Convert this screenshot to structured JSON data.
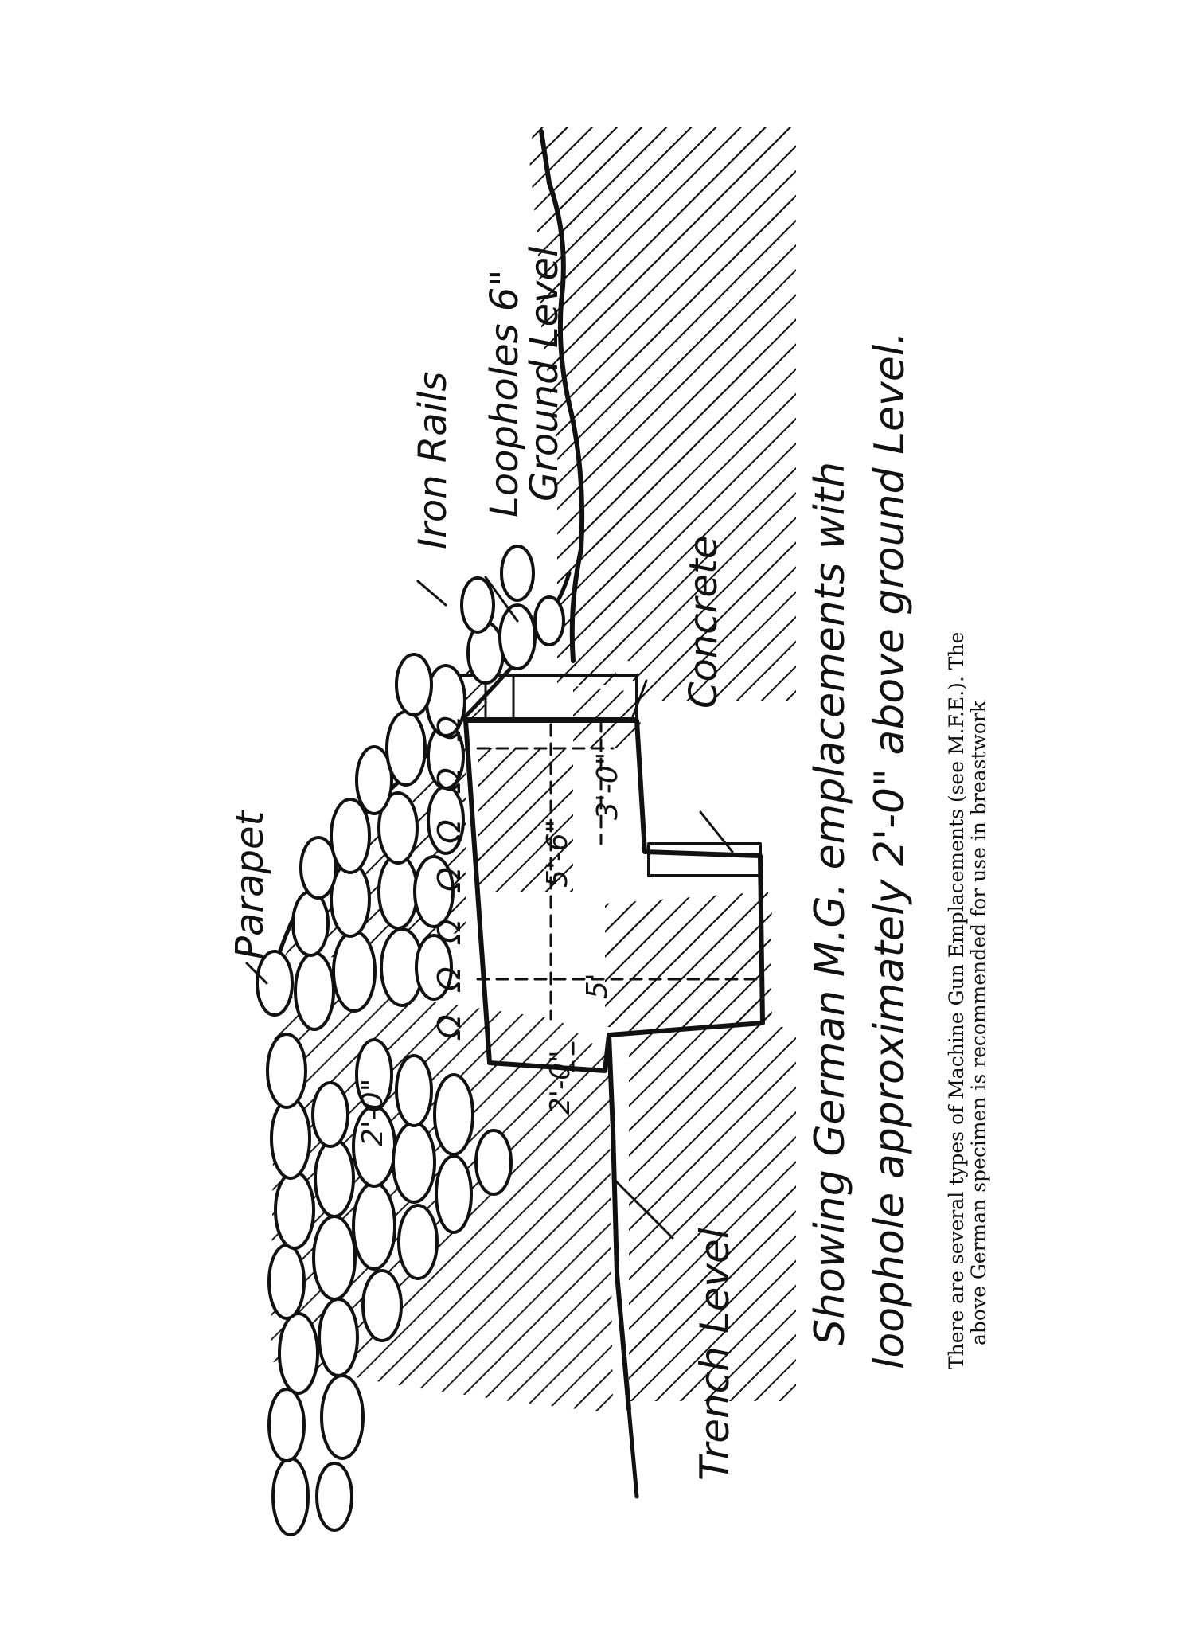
{
  "labels": {
    "parapet": "Parapet",
    "iron_rails": "Iron Rails",
    "loopholes": "Loopholes 6\"",
    "ground_level": "Ground Level",
    "concrete": "Concrete",
    "trench_level": "Trench Level"
  },
  "dimensions": {
    "parapet_gap": "2'-0\"",
    "step_height": "2'-0\"",
    "inner_width": "5'",
    "depth": "5'-6\"",
    "ledge": "3'-0\""
  },
  "title": {
    "line1": "Showing German M.G. emplacements with",
    "line2": "loophole approximately 2'-0\" above ground Level."
  },
  "caption": {
    "line1": "There are several types of Machine Gun Emplacements (see M.F.E.). The",
    "line2": "above German specimen is recommended for use in breastwork"
  }
}
